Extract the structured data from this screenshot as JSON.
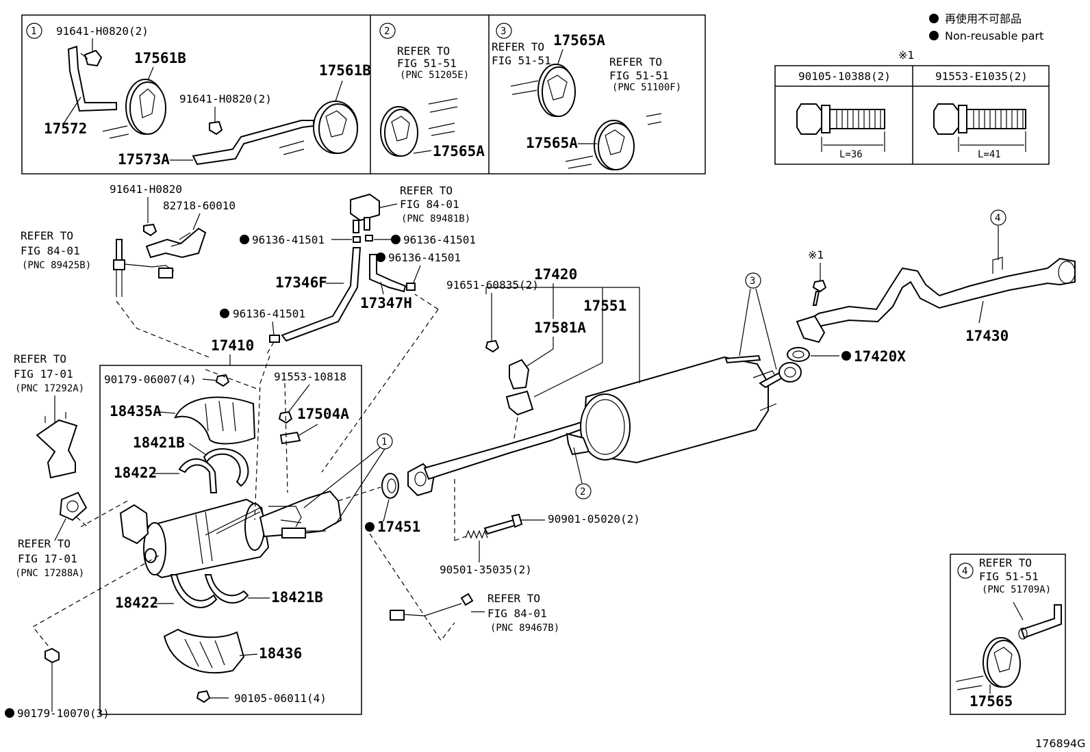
{
  "legend": {
    "jp_text": "再使用不可部品",
    "en_text": "Non-reusable part",
    "note_mark": "※1"
  },
  "bolts_table": {
    "col1_header": "90105-10388(2)",
    "col2_header": "91553-E1035(2)",
    "col1_length": "L=36",
    "col2_length": "L=41"
  },
  "inset1": {
    "num": "1",
    "bolt_a": "91641-H0820(2)",
    "bolt_b": "91641-H0820(2)",
    "hanger_b1": "17561B",
    "hanger_b2": "17561B",
    "rod": "17572",
    "bracket": "17573A"
  },
  "inset2": {
    "num": "2",
    "ref1": "REFER TO",
    "ref2": "FIG 51-51",
    "ref3": "(PNC 51205E)",
    "hanger": "17565A"
  },
  "inset3": {
    "num": "3",
    "ref_a1": "REFER TO",
    "ref_a2": "FIG 51-51",
    "ref_b1": "REFER TO",
    "ref_b2": "FIG 51-51",
    "ref_b3": "(PNC 51100F)",
    "hanger_top": "17565A",
    "hanger_bottom": "17565A"
  },
  "inset4": {
    "num": "4",
    "ref1": "REFER TO",
    "ref2": "FIG 51-51",
    "ref3": "(PNC 51709A)",
    "hanger": "17565"
  },
  "labels": {
    "p91641": "91641-H0820",
    "p82718": "82718-60010",
    "ref_8401_a1": "REFER TO",
    "ref_8401_a2": "FIG 84-01",
    "ref_8401_a3": "(PNC 89425B)",
    "ref_8401_b1": "REFER TO",
    "ref_8401_b2": "FIG 84-01",
    "ref_8401_b3": "(PNC 89481B)",
    "ref_8401_c1": "REFER TO",
    "ref_8401_c2": "FIG 84-01",
    "ref_8401_c3": "(PNC 89467B)",
    "ref_1701_a1": "REFER TO",
    "ref_1701_a2": "FIG 17-01",
    "ref_1701_a3": "(PNC 17292A)",
    "ref_1701_b1": "REFER TO",
    "ref_1701_b2": "FIG 17-01",
    "ref_1701_b3": "(PNC 17288A)",
    "clip_1": "96136-41501",
    "clip_2": "96136-41501",
    "clip_3": "96136-41501",
    "clip_4": "96136-41501",
    "hose_f": "17346F",
    "hose_h": "17347H",
    "conv_assy": "17410",
    "bolt_90179_a": "90179-06007(4)",
    "bolt_91553": "91553-10818",
    "insul_a": "18435A",
    "sensor_bracket": "17504A",
    "band_b_top": "18421B",
    "band_top": "18422",
    "band_bottom": "18422",
    "band_b_bottom": "18421B",
    "insul_b": "18436",
    "bolt_90105": "90105-06011(4)",
    "nut_90179": "90179-10070(3)",
    "gasket": "17451",
    "bolt_91651": "91651-60835(2)",
    "center_pipe": "17420",
    "hanger_581a": "17581A",
    "insul_551": "17551",
    "bolt_90901": "90901-05020(2)",
    "spring_90501": "90501-35035(2)",
    "gasket_x": "17420X",
    "tail_pipe": "17430",
    "note1": "※1",
    "call1": "1",
    "call2": "2",
    "call3": "3",
    "call4": "4",
    "figure_id": "176894G"
  }
}
